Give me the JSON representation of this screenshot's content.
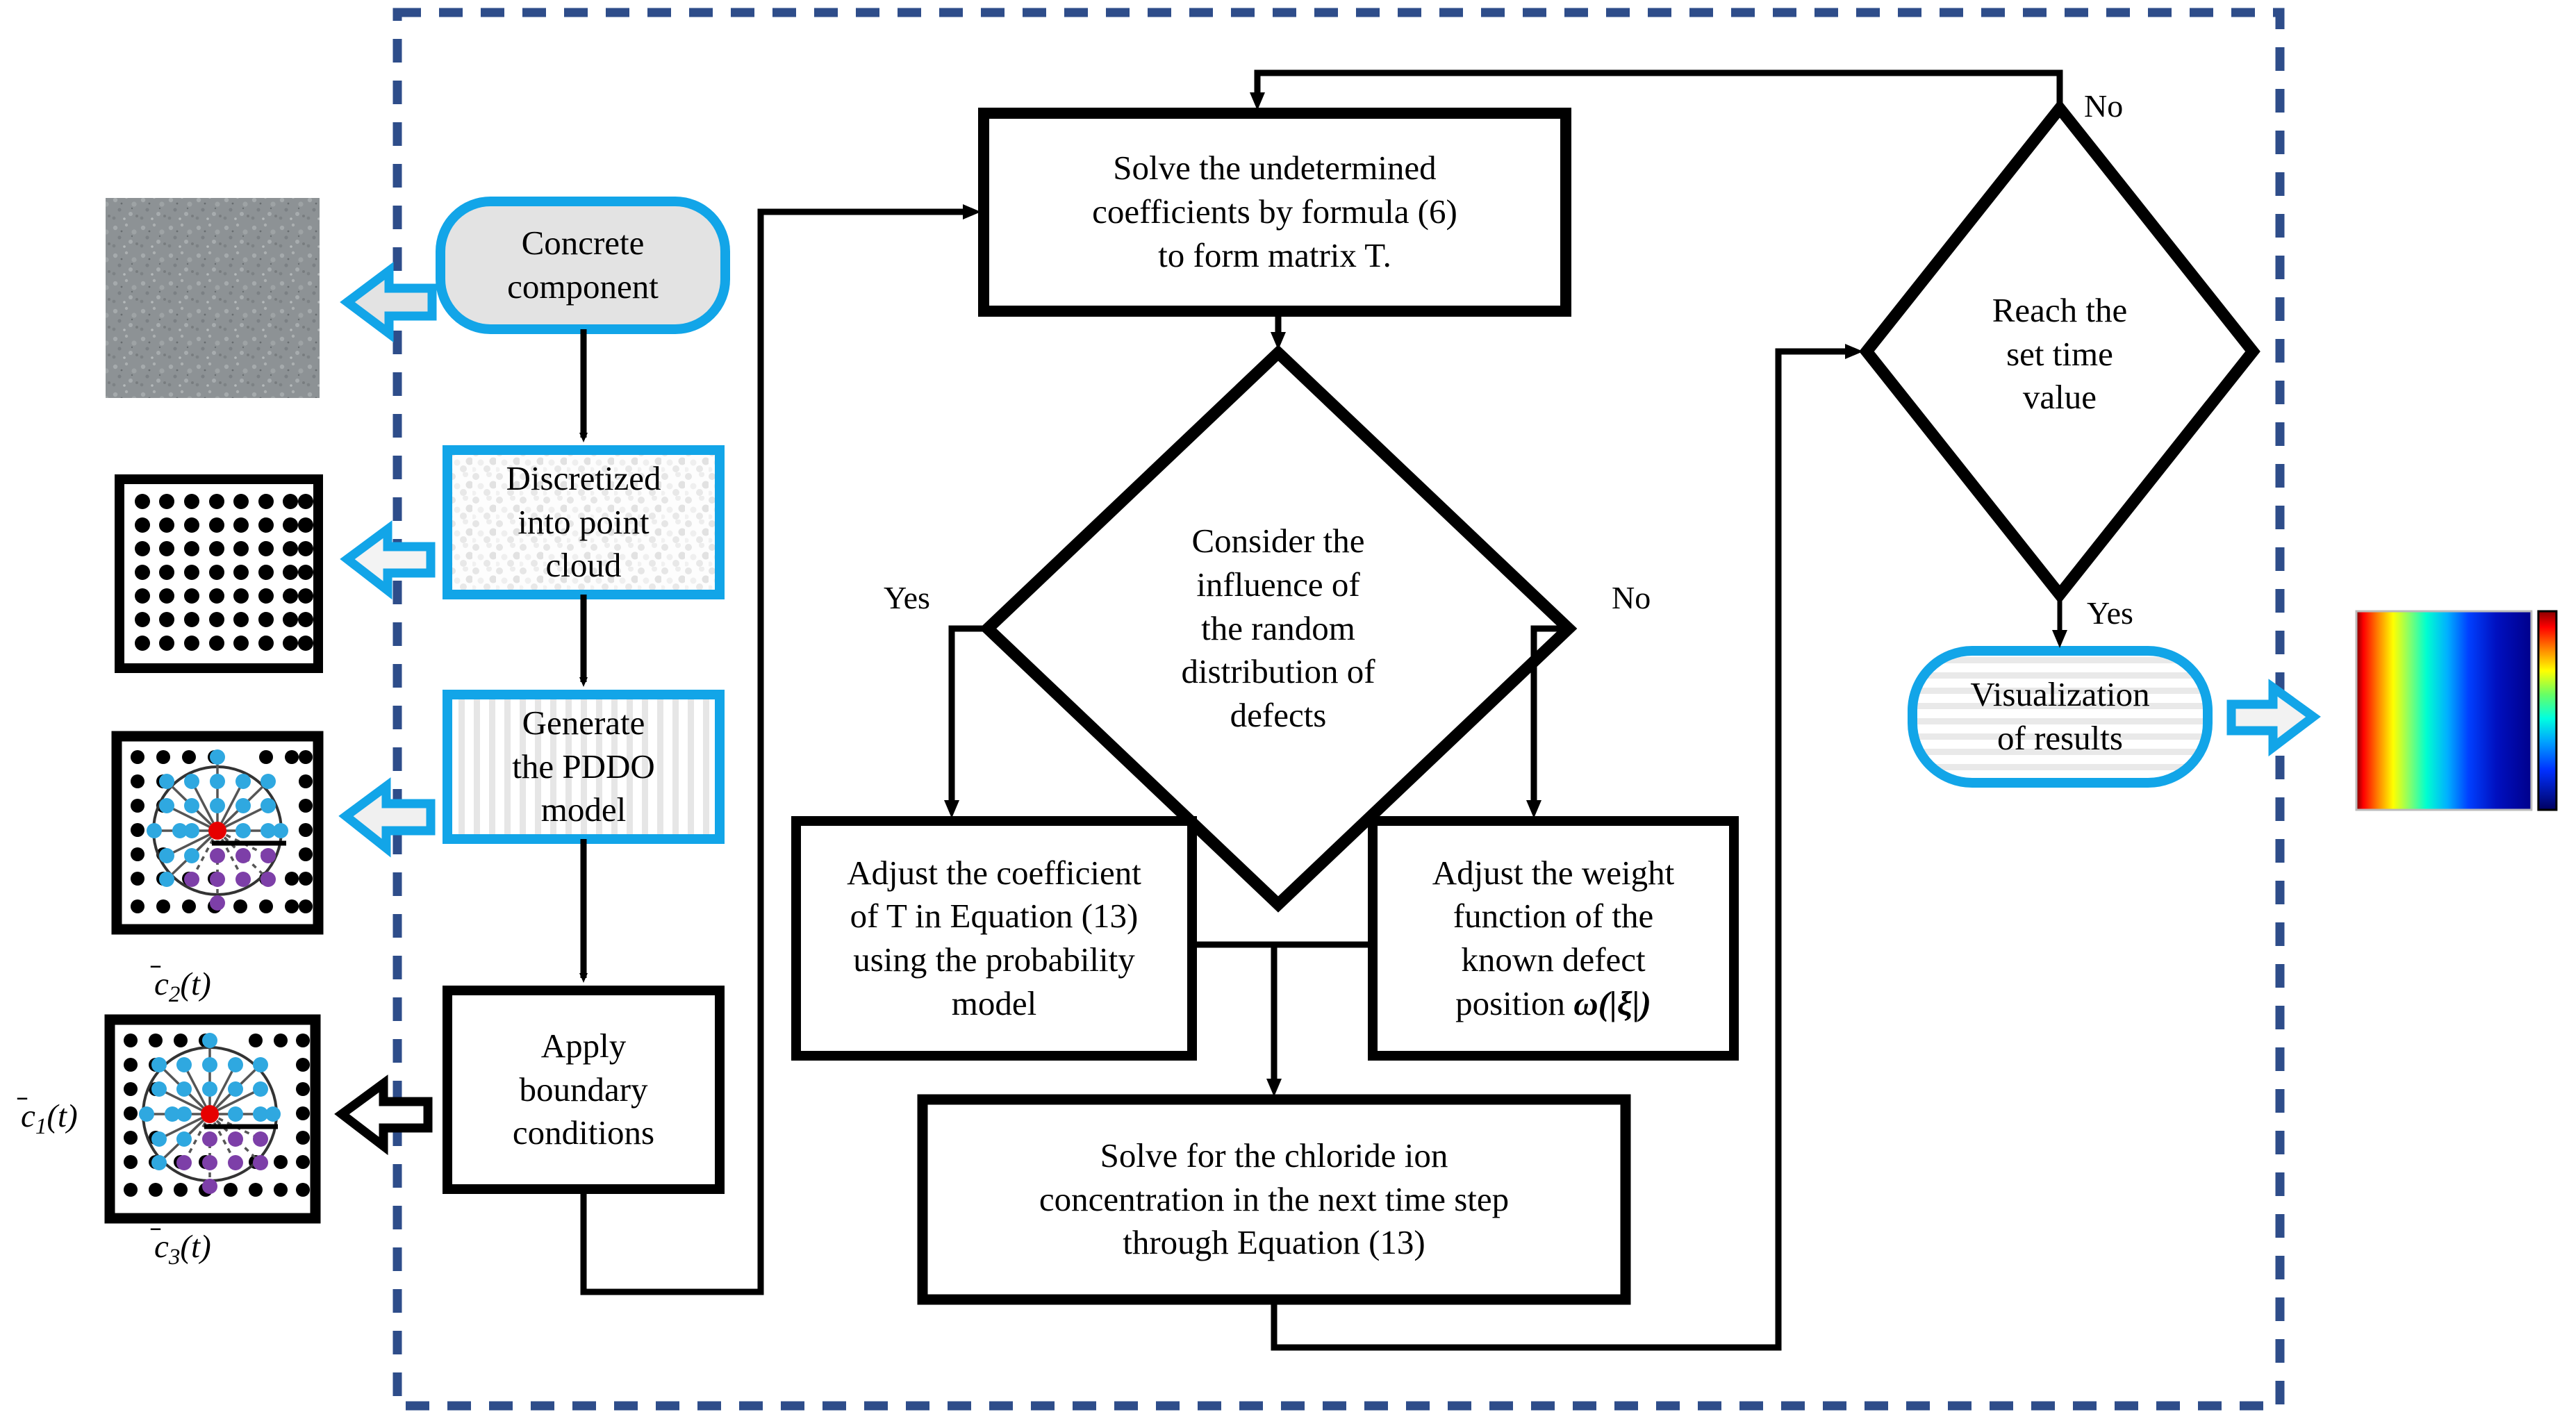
{
  "figure": {
    "kind": "flowchart",
    "border_color": "#2e4d8a",
    "accent_cyan": "#12a5e8",
    "fill_gray": "#e3e3e3",
    "line_color": "#000000"
  },
  "left_column": {
    "thumbnails": [
      {
        "id": "concrete-texture",
        "name": "concrete-texture-thumbnail",
        "arrow": "left-block-arrow-cyan",
        "caption_top": "",
        "caption_left": "",
        "caption_bottom": ""
      },
      {
        "id": "point-cloud",
        "name": "point-cloud-thumbnail",
        "arrow": "left-block-arrow-cyan",
        "caption_top": "",
        "caption_left": "",
        "caption_bottom": ""
      },
      {
        "id": "pddo-horizon",
        "name": "pddo-horizon-thumbnail",
        "arrow": "left-block-arrow-cyan",
        "caption_top": "",
        "caption_left": "",
        "caption_bottom": ""
      },
      {
        "id": "boundary-conditions",
        "name": "boundary-condition-thumbnail",
        "arrow": "left-block-arrow-black",
        "caption_top": "c̅2(t)",
        "caption_left": "c̅1(t)",
        "caption_bottom": "c̅3(t)"
      }
    ],
    "labels": {
      "c2": {
        "base": "c",
        "sub": "2",
        "arg": "(t)"
      },
      "c1": {
        "base": "c",
        "sub": "1",
        "arg": "(t)"
      },
      "c3": {
        "base": "c",
        "sub": "3",
        "arg": "(t)"
      }
    }
  },
  "nodes": {
    "concrete_component": {
      "label": "Concrete\ncomponent",
      "shape": "rounded",
      "style": "cyan-gray"
    },
    "discretized": {
      "label": "Discretized\ninto point\ncloud",
      "shape": "rect",
      "style": "cyan-noise"
    },
    "pddo_model": {
      "label": "Generate\nthe PDDO\nmodel",
      "shape": "rect",
      "style": "cyan-stripes"
    },
    "boundary": {
      "label": "Apply\nboundary\nconditions",
      "shape": "rect",
      "style": "black-white"
    },
    "solve_coeffs": {
      "label": "Solve the undetermined\ncoefficients by formula (6)\nto form matrix T.",
      "shape": "rect",
      "style": "black-white"
    },
    "decision_random": {
      "label": "Consider the\ninfluence of\nthe random\ndistribution of\ndefects",
      "shape": "diamond",
      "style": "black-white"
    },
    "adjust_coefficient": {
      "label": "Adjust the coefficient\nof T in Equation (13)\nusing the probability\nmodel",
      "shape": "rect",
      "style": "black-white"
    },
    "adjust_weight": {
      "label_lines": [
        "Adjust the weight",
        "function of the",
        "known defect"
      ],
      "label_last_prefix": "position  ",
      "label_last_math": "ω(|ξ|)",
      "shape": "rect",
      "style": "black-white"
    },
    "solve_chloride": {
      "label": "Solve for the chloride ion\nconcentration in the next time step\nthrough Equation (13)",
      "shape": "rect",
      "style": "black-white"
    },
    "decision_time": {
      "label": "Reach the\nset time\nvalue",
      "shape": "diamond",
      "style": "black-white"
    },
    "visualization": {
      "label": "Visualization\nof results",
      "shape": "rounded",
      "style": "cyan-stripes"
    }
  },
  "edge_labels": {
    "decision_random_yes": "Yes",
    "decision_random_no": "No",
    "decision_time_no": "No",
    "decision_time_yes": "Yes"
  },
  "output": {
    "name": "result-contour-plot",
    "arrow": "right-block-arrow-cyan",
    "colormap": "jet",
    "colorbar": "vertical-jet-colorbar"
  }
}
